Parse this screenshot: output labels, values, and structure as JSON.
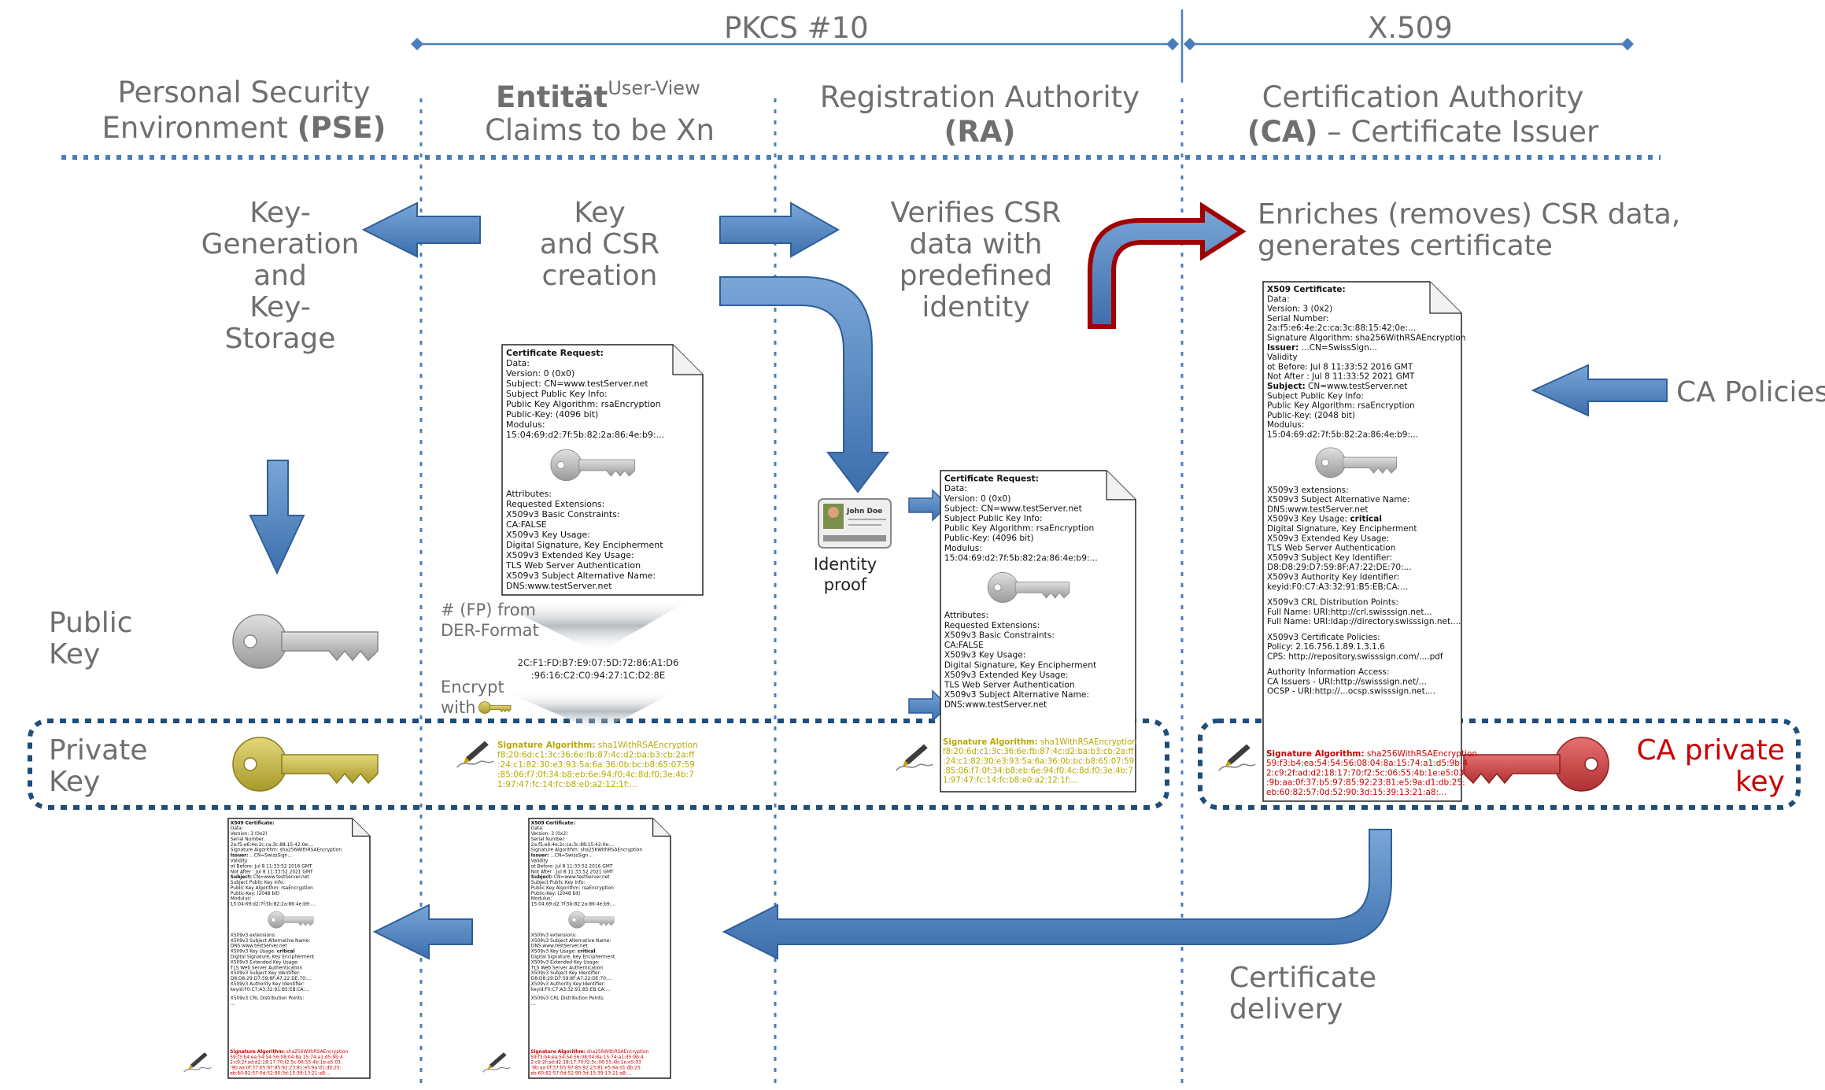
{
  "header": {
    "pkcs10": "PKCS #10",
    "x509": "X.509"
  },
  "columns": {
    "pse": {
      "line1": "Personal Security",
      "line2a": "Environment ",
      "line2b": "(PSE)"
    },
    "entity": {
      "title": "Entität",
      "sup": "User-View",
      "line2": "Claims to be Xn"
    },
    "ra": {
      "line1": "Registration Authority",
      "line2": "(RA)"
    },
    "ca": {
      "line1": "Certification Authority",
      "line2a": "(CA)",
      "line2b": " – Certificate Issuer"
    }
  },
  "steps": {
    "keygen": [
      "Key-",
      "Generation",
      "and",
      "Key-",
      "Storage"
    ],
    "csr": [
      "Key",
      "and CSR",
      "creation"
    ],
    "verify": [
      "Verifies CSR",
      "data with",
      "predefined",
      "identity"
    ],
    "enrich": [
      "Enriches (removes) CSR data,",
      "generates certificate"
    ],
    "policies": "CA Policies",
    "public_key": [
      "Public",
      "Key"
    ],
    "private_key": [
      "Private",
      "Key"
    ],
    "ca_private_key": [
      "CA private",
      "key"
    ],
    "identity_proof": [
      "Identity",
      "proof"
    ],
    "id_card_name": "John Doe",
    "fingerprint": [
      "# (FP) from",
      "DER-Format"
    ],
    "fp_hex": [
      "2C:F1:FD:B7:E9:07:5D:72:86:A1:D6",
      ":96:16:C2:C0:94:27:1C:D2:8E"
    ],
    "encrypt": [
      "Encrypt",
      "with"
    ],
    "delivery": [
      "Certificate",
      "delivery"
    ]
  },
  "csr_doc": {
    "title": "Certificate Request:",
    "lines": [
      "Data:",
      "  Version: 0 (0x0)",
      "  Subject: CN=www.testServer.net",
      "  Subject Public Key Info:",
      "    Public Key Algorithm: rsaEncryption",
      "    Public-Key: (4096 bit)",
      "    Modulus:",
      "      15:04:69:d2:7f:5b:82:2a:86:4e:b9:..."
    ],
    "attr_lines": [
      "Attributes:",
      "  Requested Extensions:",
      "    X509v3 Basic Constraints:",
      "      CA:FALSE",
      "    X509v3 Key Usage:",
      "      Digital Signature, Key Encipherment",
      "    X509v3 Extended Key Usage:",
      "      TLS Web Server Authentication",
      "    X509v3 Subject Alternative Name:",
      "      DNS:www.testServer.net"
    ],
    "sig_label": "Signature Algorithm:",
    "sig_value": " sha1WithRSAEncryption",
    "sig_hex": [
      "f8:20:6d:c1:3c:36:6e:fb:87:4c:d2:ba:b3:cb:2a:ff",
      ":24:c1:82:30:e3:93:5a:6a:36:0b:bc:b8:65:07:59",
      ":85:06:f7:0f:34:b8:eb:6e:94:f0:4c:8d:f0:3e:4b:7",
      "1:97:47:fc:14:fc:b8:e0:a2:12:1f:..."
    ]
  },
  "cert_doc": {
    "title": "X509 Certificate:",
    "lines": [
      "Data:",
      "  Version: 3 (0x2)",
      "  Serial Number:",
      "    2a:f5:e6:4e:2c:ca:3c:88:15:42:0e:...",
      "Signature Algorithm:  sha256WithRSAEncryption"
    ],
    "issuer_label": "Issuer:",
    "issuer_value": " ...CN=SwissSign...",
    "validity": [
      "Validity",
      "  ot Before: Jul  8 11:33:52 2016 GMT",
      "  Not After : Jul  8 11:33:52 2021 GMT"
    ],
    "subject_label": "Subject:",
    "subject_value": " CN=www.testServer.net",
    "pk_lines": [
      "Subject Public Key Info:",
      "  Public Key Algorithm: rsaEncryption",
      "    Public-Key: (2048 bit)",
      "    Modulus:",
      "      15:04:69:d2:7f:5b:82:2a:86:4e:b9:..."
    ],
    "ext_lines": [
      "X509v3 extensions:",
      "X509v3 Subject Alternative Name:",
      "  DNS:www.testServer.net"
    ],
    "ku_label": "X509v3 Key Usage: ",
    "ku_value": "critical",
    "ext2_lines": [
      "  Digital Signature, Key Encipherment",
      "X509v3 Extended Key Usage:",
      "  TLS Web Server Authentication",
      "X509v3 Subject Key Identifier:",
      "  D8:D8:29:D7:59:8F:A7:22:DE:70:...",
      "X509v3 Authority Key Identifier:",
      "  keyid:F0:C7:A3:32:91:B5:EB:CA:..."
    ],
    "crl_lines": [
      "X509v3 CRL Distribution Points:",
      "  Full Name: URI:http://crl.swisssign.net...",
      "  Full Name: URI:ldap://directory.swisssign.net...."
    ],
    "pol_lines": [
      "X509v3 Certificate Policies:",
      "  Policy: 2.16.756.1.89.1.3.1.6",
      "    CPS: http://repository.swisssign.com/....pdf"
    ],
    "aia_lines": [
      "Authority Information Access:",
      "  CA Issuers - URI:http://swisssign.net/...",
      "  OCSP - URI:http://...ocsp.swisssign.net...."
    ],
    "sig_label": "Signature Algorithm:",
    "sig_value": " sha256WithRSAEncryption",
    "sig_hex": [
      "59:f3:b4:ea:54:54:56:08:04:8a:15:74:a1:d5:9b:4",
      "2:c9:2f:ad:d2:18:17:70:f2:5c:06:55:4b:1e:e5:03",
      ":9b:aa:0f:37:b5:97:85:92:23:81:e5:9a:d1:db:25:",
      "eb:60:82:57:0d:52:90:3d:15:39:13:21:a8:..."
    ],
    "small_crl": "X509v3 CRL Distribution Points:",
    "small_dots": "  ..."
  },
  "colors": {
    "arrow_blue": "#4a7ebb",
    "arrow_red": "#c00000",
    "dotted": "#4a7ebb",
    "key_gold": "#c8b640",
    "key_red": "#c94444",
    "key_grey": "#b5b5b5",
    "private_box": "#1f4e79"
  }
}
